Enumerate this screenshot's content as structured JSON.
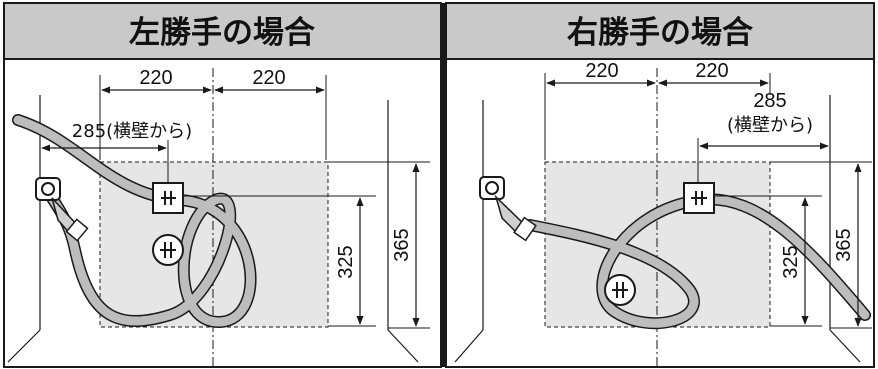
{
  "panels": [
    {
      "title": "左勝手の場合",
      "dims": {
        "left_220": "220",
        "right_220": "220",
        "side_wall": "285(横壁から)",
        "h325": "325",
        "h365": "365"
      }
    },
    {
      "title": "右勝手の場合",
      "dims": {
        "left_220": "220",
        "right_220": "220",
        "side_wall_value": "285",
        "side_wall_note": "(横壁から)",
        "h325": "325",
        "h365": "365"
      }
    }
  ],
  "colors": {
    "header_bg": "#c9c9c9",
    "zone_fill": "#e6e6e6",
    "hose_fill": "#bdbdbd",
    "line": "#1a1a1a"
  },
  "icons": [
    "faucet-icon",
    "water-fitting-icon",
    "drain-fitting-icon"
  ]
}
